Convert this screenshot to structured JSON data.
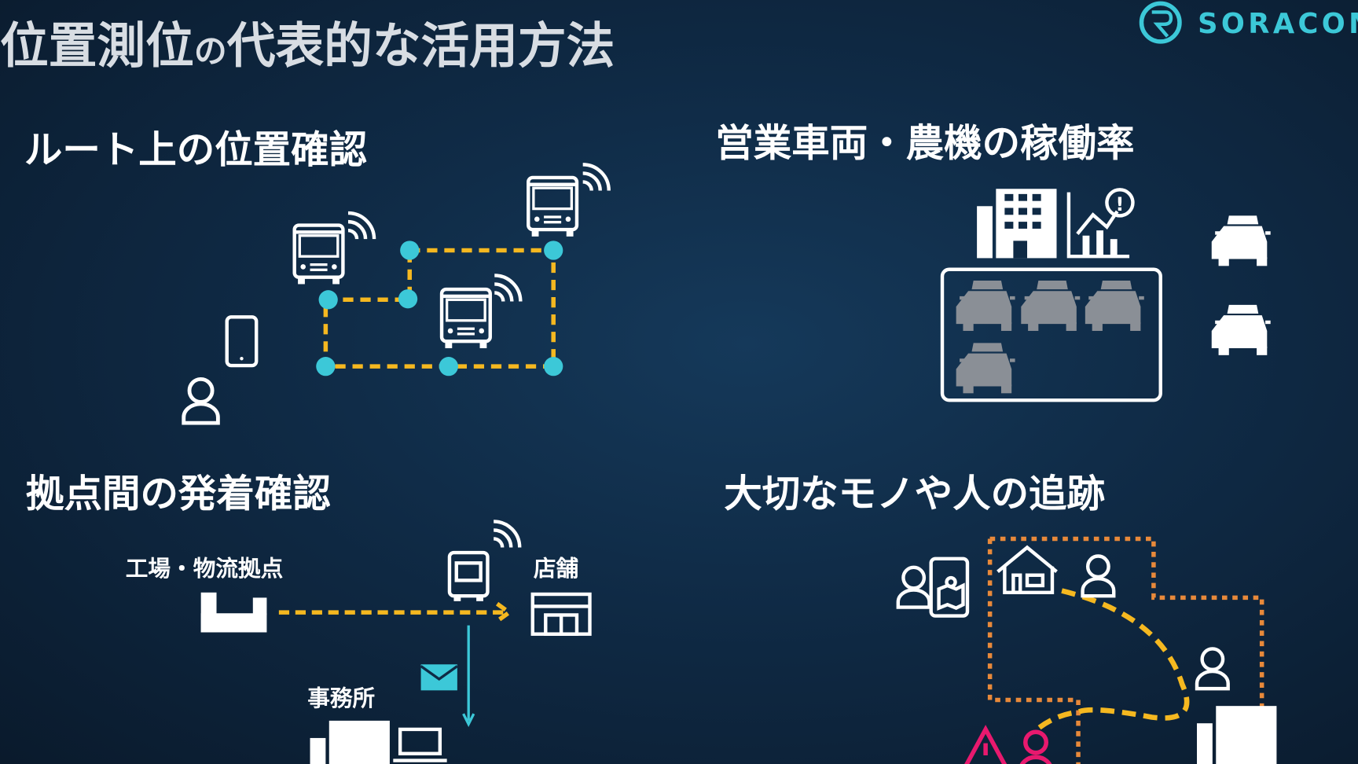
{
  "slide": {
    "title_pre": "位置測位",
    "title_no": "の",
    "title_post": "代表的な活用方法",
    "logo_text": "SORACOM"
  },
  "sections": {
    "route": {
      "heading": "ルート上の位置確認"
    },
    "fleet": {
      "heading": "営業車両・農機の稼働率"
    },
    "delivery": {
      "heading": "拠点間の発着確認",
      "origin_label": "工場・物流拠点",
      "dest_label": "店舗",
      "office_label": "事務所"
    },
    "tracking": {
      "heading": "大切なモノや人の追跡"
    }
  },
  "colors": {
    "accent_teal": "#3cc8d8",
    "route_yellow": "#f5b820",
    "zone_orange": "#e8893a",
    "alert_pink": "#e8196e",
    "car_grey": "#8a8f96"
  }
}
